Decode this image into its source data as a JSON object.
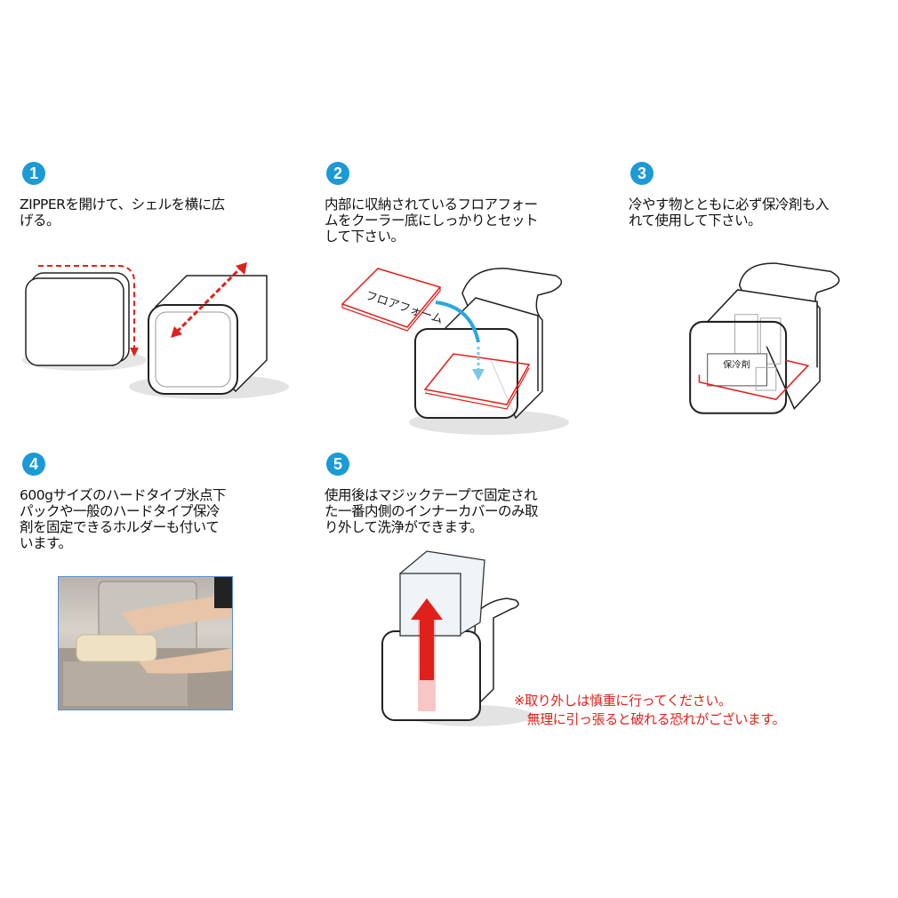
{
  "steps": [
    {
      "number": "1",
      "lines": [
        "ZIPPERを開けて、シェルを横に広",
        "げる。"
      ]
    },
    {
      "number": "2",
      "lines": [
        "内部に収納されているフロアフォー",
        "ムをクーラー底にしっかりとセット",
        "して下さい。"
      ],
      "illustration_label": "フロアフォーム"
    },
    {
      "number": "3",
      "lines": [
        "冷やす物とともに必ず保冷剤も入",
        "れて使用して下さい。"
      ],
      "illustration_label": "保冷剤"
    },
    {
      "number": "4",
      "lines": [
        "600gサイズのハードタイプ氷点下",
        "パックや一般のハードタイプ保冷",
        "剤を固定できるホルダーも付いて",
        "います。"
      ]
    },
    {
      "number": "5",
      "lines": [
        "使用後はマジックテープで固定され",
        "た一番内側のインナーカバーのみ取",
        "り外して洗浄ができます。"
      ]
    }
  ],
  "note": {
    "lines": [
      "※取り外しは慎重に行ってください。",
      "　無理に引っ張ると破れる恐れがございます。"
    ]
  },
  "colors": {
    "badge": "#1a9ad6",
    "accent_red": "#e0201a",
    "arrow_blue": "#29a8e0"
  }
}
